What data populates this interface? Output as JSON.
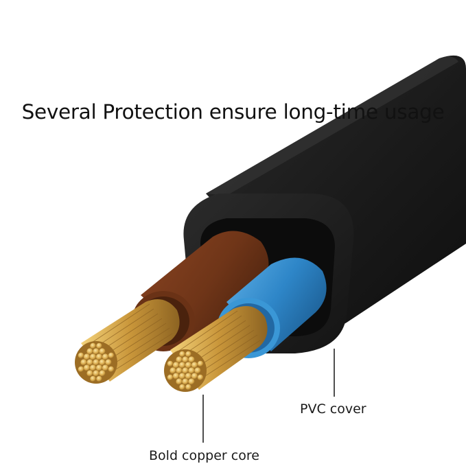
{
  "headline": "Several Protection ensure long-time usage",
  "callouts": {
    "pvc": "PVC cover",
    "copper": "Bold copper core"
  },
  "colors": {
    "background": "#ffffff",
    "jacket": "#1b1b1b",
    "brown_insulation": "#7a3a1a",
    "blue_insulation": "#2f8fd0",
    "copper": "#d6a84a",
    "leader_line": "#222222"
  }
}
